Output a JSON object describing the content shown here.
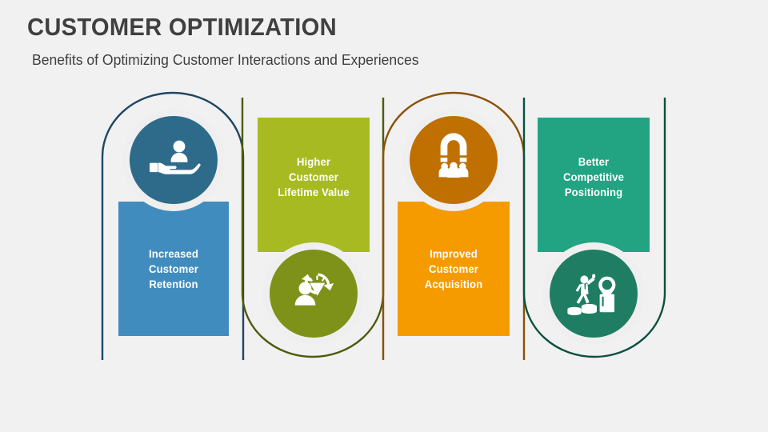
{
  "header": {
    "title": "CUSTOMER OPTIMIZATION",
    "subtitle": "Benefits of Optimizing Customer Interactions and Experiences"
  },
  "theme": {
    "background": "#f1f1f1",
    "title_color": "#3f3f3f",
    "label_color": "#ffffff",
    "ring_color": "#efefef"
  },
  "diagram": {
    "type": "arched-band-infographic",
    "item_count": 4,
    "items": [
      {
        "index": 1,
        "label": "Increased\nCustomer\nRetention",
        "icon": "hand-holding-person-icon",
        "orientation": "circle-top",
        "band_color": "#418cbe",
        "circle_color": "#2e6b8b",
        "outline_color": "#1f4762"
      },
      {
        "index": 2,
        "label": "Higher\nCustomer\nLifetime Value",
        "icon": "person-diamond-refresh-icon",
        "orientation": "circle-bottom",
        "band_color": "#a8ba22",
        "circle_color": "#7e9219",
        "outline_color": "#4d5b0c"
      },
      {
        "index": 3,
        "label": "Improved\nCustomer\nAcquisition",
        "icon": "magnet-people-icon",
        "orientation": "circle-top",
        "band_color": "#f59b00",
        "circle_color": "#bf7000",
        "outline_color": "#8a5208"
      },
      {
        "index": 4,
        "label": "Better\nCompetitive\nPositioning",
        "icon": "person-steps-location-pin-icon",
        "orientation": "circle-bottom",
        "band_color": "#22a483",
        "circle_color": "#1e7d63",
        "outline_color": "#0d5040"
      }
    ]
  }
}
